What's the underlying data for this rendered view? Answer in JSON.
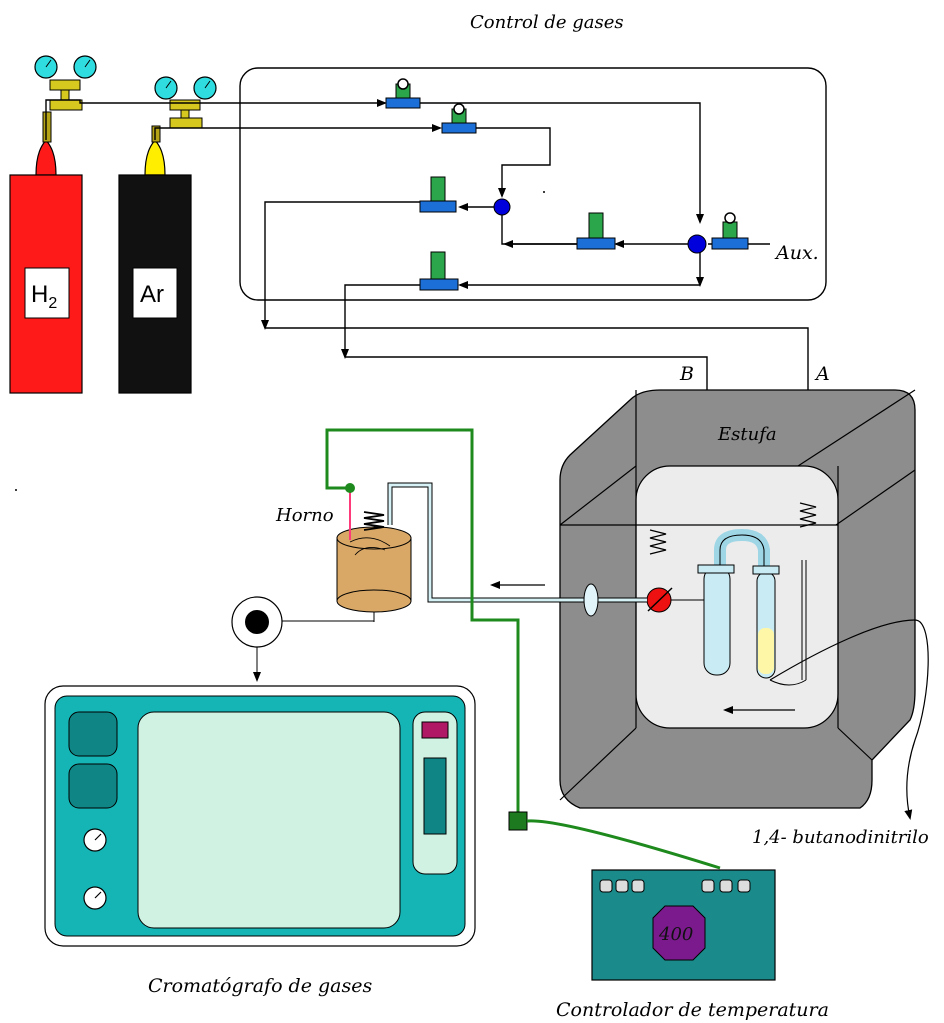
{
  "title": "Control de gases",
  "cylinders": [
    {
      "label": "H",
      "subscript": "2",
      "color": "#ff1a1a"
    },
    {
      "label": "Ar",
      "color": "#111111"
    }
  ],
  "aux_label": "Aux.",
  "line_labels": {
    "a": "A",
    "b": "B"
  },
  "estufa_label": "Estufa",
  "horno_label": "Horno",
  "compound_label": "1,4- butanodinitrilo",
  "chromatograph_label": "Cromatógrafo de gases",
  "controller_label": "Controlador de temperatura",
  "controller_display": "400",
  "colors": {
    "box_gray": "#8a8a8a",
    "box_inner": "#ececec",
    "chromatograph": "#16b5b5",
    "controller": "#1b8a8a",
    "valve_blue": "#1c6fd6",
    "stem_green": "#2ca64a",
    "junction": "#0000dd",
    "furnace": "#d9a866",
    "wire_green": "#1e8a1e"
  }
}
